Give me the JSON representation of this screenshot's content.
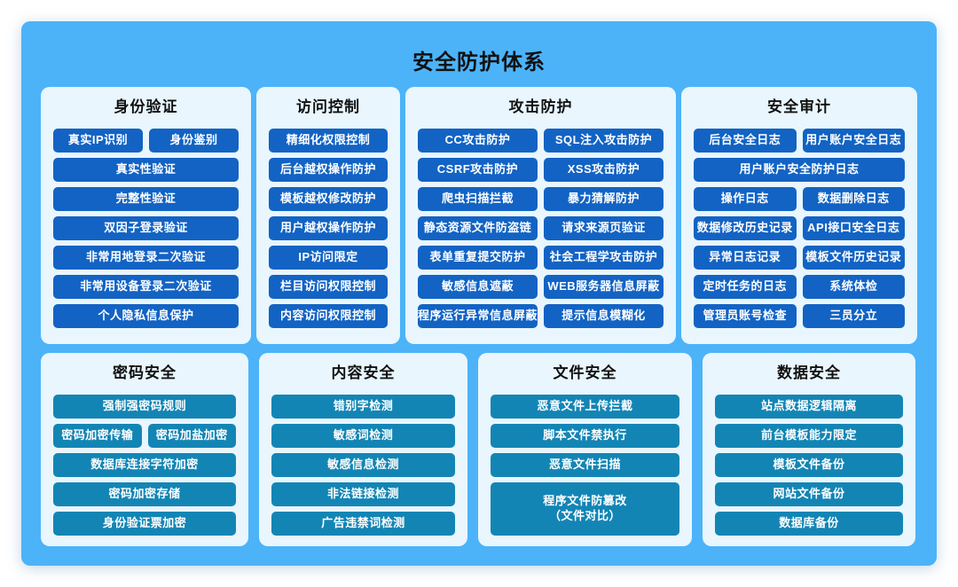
{
  "title": "安全防护体系",
  "colors": {
    "canvas_background": "#ffffff",
    "board_background": "#4cb3f9",
    "panel_background": "#e9f6fd",
    "top_button": "#1263c4",
    "bottom_button": "#1385b5",
    "button_text": "#ffffff",
    "title_text": "#111111"
  },
  "panels": [
    {
      "title": "身份验证",
      "rows": [
        [
          "真实IP识别",
          "身份鉴别"
        ],
        [
          "真实性验证"
        ],
        [
          "完整性验证"
        ],
        [
          "双因子登录验证"
        ],
        [
          "非常用地登录二次验证"
        ],
        [
          "非常用设备登录二次验证"
        ],
        [
          "个人隐私信息保护"
        ]
      ]
    },
    {
      "title": "访问控制",
      "rows": [
        [
          "精细化权限控制"
        ],
        [
          "后台越权操作防护"
        ],
        [
          "模板越权修改防护"
        ],
        [
          "用户越权操作防护"
        ],
        [
          "IP访问限定"
        ],
        [
          "栏目访问权限控制"
        ],
        [
          "内容访问权限控制"
        ]
      ]
    },
    {
      "title": "攻击防护",
      "rows": [
        [
          "CC攻击防护",
          "SQL注入攻击防护"
        ],
        [
          "CSRF攻击防护",
          "XSS攻击防护"
        ],
        [
          "爬虫扫描拦截",
          "暴力猜解防护"
        ],
        [
          "静态资源文件防盗链",
          "请求来源页验证"
        ],
        [
          "表单重复提交防护",
          "社会工程学攻击防护"
        ],
        [
          "敏感信息遮蔽",
          "WEB服务器信息屏蔽"
        ],
        [
          "程序运行异常信息屏蔽",
          "提示信息模糊化"
        ]
      ]
    },
    {
      "title": "安全审计",
      "rows": [
        [
          "后台安全日志",
          "用户账户安全日志"
        ],
        [
          "用户账户安全防护日志"
        ],
        [
          "操作日志",
          "数据删除日志"
        ],
        [
          "数据修改历史记录",
          "API接口安全日志"
        ],
        [
          "异常日志记录",
          "模板文件历史记录"
        ],
        [
          "定时任务的日志",
          "系统体检"
        ],
        [
          "管理员账号检查",
          "三员分立"
        ]
      ]
    },
    {
      "title": "密码安全",
      "rows": [
        [
          "强制强密码规则"
        ],
        [
          "密码加密传输",
          "密码加盐加密"
        ],
        [
          "数据库连接字符加密"
        ],
        [
          "密码加密存储"
        ],
        [
          "身份验证票加密"
        ]
      ]
    },
    {
      "title": "内容安全",
      "rows": [
        [
          "错别字检测"
        ],
        [
          "敏感词检测"
        ],
        [
          "敏感信息检测"
        ],
        [
          "非法链接检测"
        ],
        [
          "广告违禁词检测"
        ]
      ]
    },
    {
      "title": "文件安全",
      "rows": [
        [
          "恶意文件上传拦截"
        ],
        [
          "脚本文件禁执行"
        ],
        [
          "恶意文件扫描"
        ],
        [
          "程序文件防篡改\n（文件对比）"
        ]
      ]
    },
    {
      "title": "数据安全",
      "rows": [
        [
          "站点数据逻辑隔离"
        ],
        [
          "前台模板能力限定"
        ],
        [
          "模板文件备份"
        ],
        [
          "网站文件备份"
        ],
        [
          "数据库备份"
        ]
      ]
    }
  ]
}
